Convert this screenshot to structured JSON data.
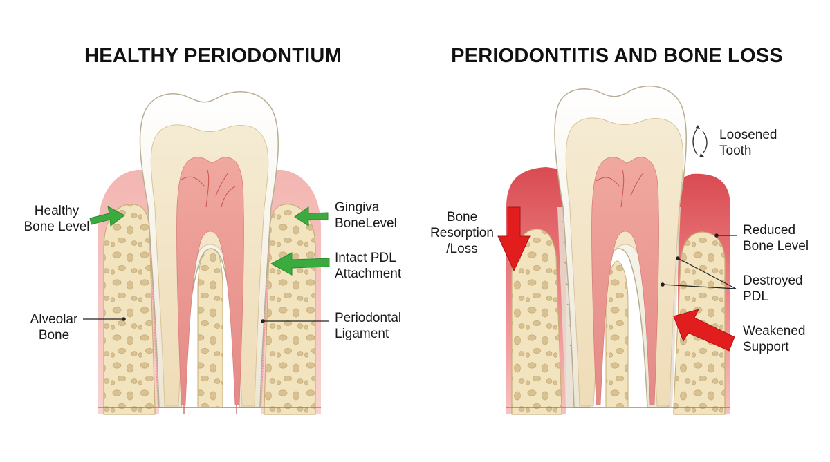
{
  "panels": {
    "left": {
      "title": "HEALTHY PERIODONTIUM",
      "labels": {
        "healthy_bone_level": [
          "Healthy",
          "Bone Level"
        ],
        "alveolar_bone": [
          "Alveolar",
          "Bone"
        ],
        "gingiva_bone_level": [
          "Gingiva",
          "BoneLevel"
        ],
        "intact_pdl": [
          "Intact PDL",
          "Attachment"
        ],
        "periodontal_ligament": [
          "Periodontal",
          "Ligament"
        ]
      }
    },
    "right": {
      "title": "PERIODONTITIS AND BONE LOSS",
      "labels": {
        "loosened_tooth": [
          "Loosened",
          "Tooth"
        ],
        "bone_resorption": [
          "Bone",
          "Resorption",
          "/Loss"
        ],
        "reduced_bone_level": [
          "Reduced",
          "Bone Level"
        ],
        "destroyed_pdl": [
          "Destroyed",
          "PDL"
        ],
        "weakened_support": [
          "Weakened",
          "Support"
        ]
      }
    }
  },
  "colors": {
    "enamel": "#f7f3e8",
    "dentin": "#f3e6c8",
    "pulp": "#eea9a0",
    "gum_healthy": "#f6c9c4",
    "gum_inflamed": "#e4646a",
    "bone": "#f1e3bc",
    "trabecula": "#dcc79a",
    "arrow_green": "#3bab3f",
    "arrow_red": "#e21d1d"
  }
}
